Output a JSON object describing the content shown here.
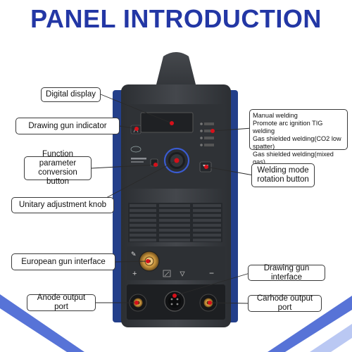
{
  "title": "PANEL INTRODUCTION",
  "labels": {
    "digital_display": "Digital display",
    "drawing_gun_indicator": "Drawing gun indicator",
    "function_parameter_line1": "Function parameter",
    "function_parameter_line2": "conversion button",
    "unitary_adjustment_knob": "Unitary adjustment knob",
    "european_gun_interface": "European gun interface",
    "anode_output_port": "Anode output port",
    "welding_modes": [
      "Manual welding",
      "Promote arc ignition TIG welding",
      "Gas shielded welding(CO2 low spatter)",
      "Gas shielded welding(mixed gas)"
    ],
    "welding_mode_rotation_line1": "Welding mode",
    "welding_mode_rotation_line2": "rotation button",
    "drawing_gun_interface": "Drawing gun interface",
    "cathode_output_port": "Carhode output port"
  },
  "panel": {
    "plus_sign": "+",
    "minus_sign": "−"
  },
  "colors": {
    "title": "#2337a5",
    "machine_body": "#3a3d42",
    "side_panel": "#233f8a",
    "pointer_dot": "#d6101a",
    "terminal": "#c8943c"
  }
}
